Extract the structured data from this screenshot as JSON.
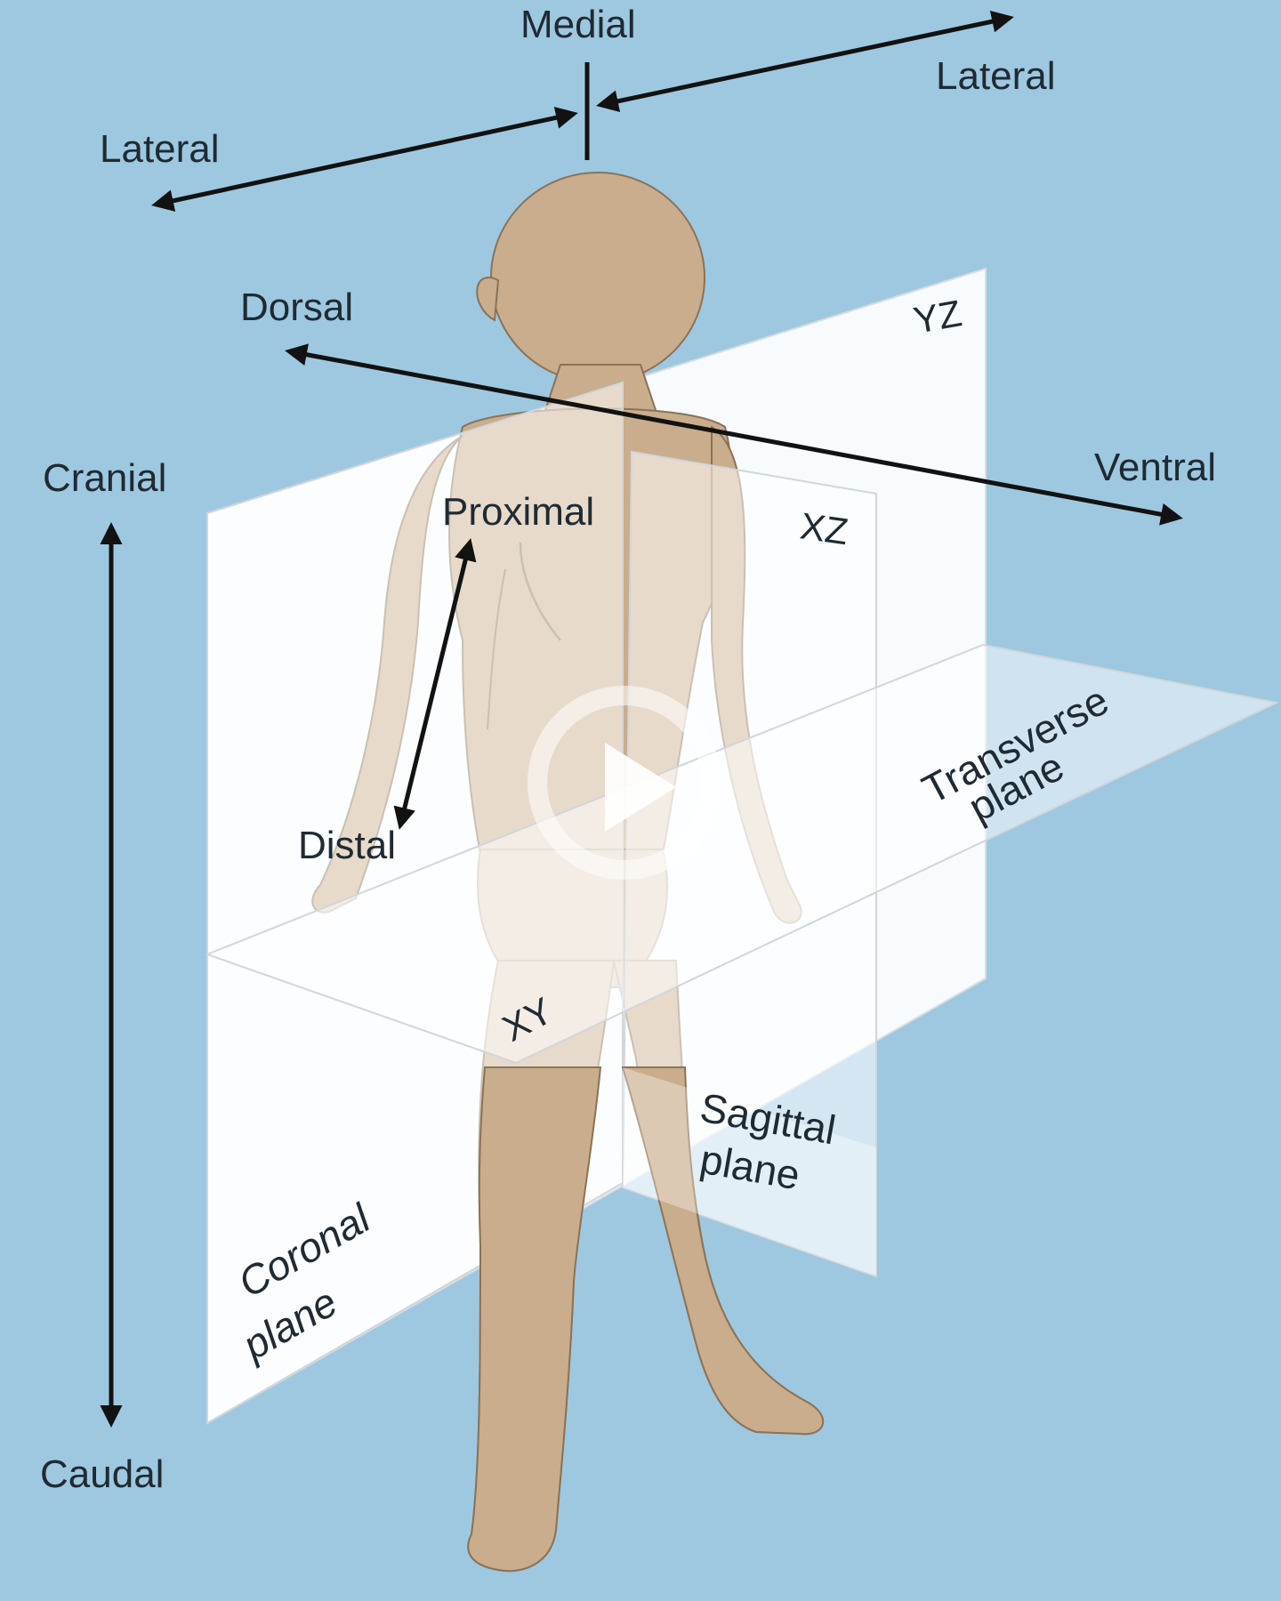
{
  "labels": {
    "medial": "Medial",
    "lateral_left": "Lateral",
    "lateral_right": "Lateral",
    "dorsal": "Dorsal",
    "ventral": "Ventral",
    "cranial": "Cranial",
    "caudal": "Caudal",
    "proximal": "Proximal",
    "distal": "Distal"
  },
  "planes": {
    "yz": "YZ",
    "xz": "XZ",
    "xy": "XY",
    "transverse_line1": "Transverse",
    "transverse_line2": "plane",
    "sagittal_line1": "Sagittal",
    "sagittal_line2": "plane",
    "coronal_line1": "Coronal",
    "coronal_line2": "plane"
  },
  "colors": {
    "background": "#9ec8e0",
    "skin": "#c9ad8d",
    "plane": "#ffffff"
  },
  "video_overlay": {
    "icon": "play-icon"
  }
}
